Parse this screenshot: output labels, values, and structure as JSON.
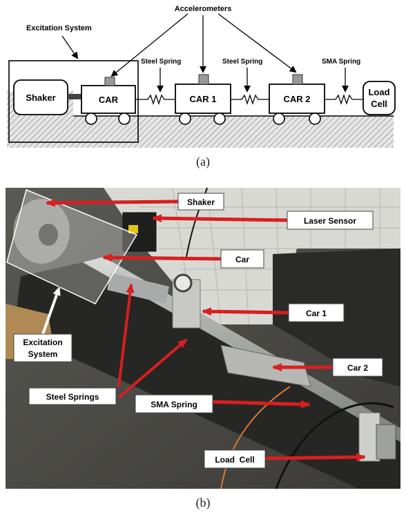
{
  "figure_a": {
    "caption": "(a)",
    "labels": {
      "accelerometers": "Accelerometers",
      "excitation_system": "Excitation System",
      "steel_spring_1": "Steel Spring",
      "steel_spring_2": "Steel Spring",
      "sma_spring": "SMA Spring",
      "shaker": "Shaker",
      "car": "CAR",
      "car1": "CAR 1",
      "car2": "CAR 2",
      "load_cell_line1": "Load",
      "load_cell_line2": "Cell"
    }
  },
  "figure_b": {
    "caption": "(b)",
    "labels": {
      "shaker": "Shaker",
      "laser_sensor": "Laser Sensor",
      "car": "Car",
      "car1": "Car 1",
      "car2": "Car 2",
      "excitation_line1": "Excitation",
      "excitation_line2": "System",
      "steel_springs": "Steel Springs",
      "sma_spring": "SMA Spring",
      "load_cell": "Load  Cell"
    }
  },
  "colors": {
    "arrow_red": "#d81f1f",
    "label_bg": "#ffffff"
  }
}
